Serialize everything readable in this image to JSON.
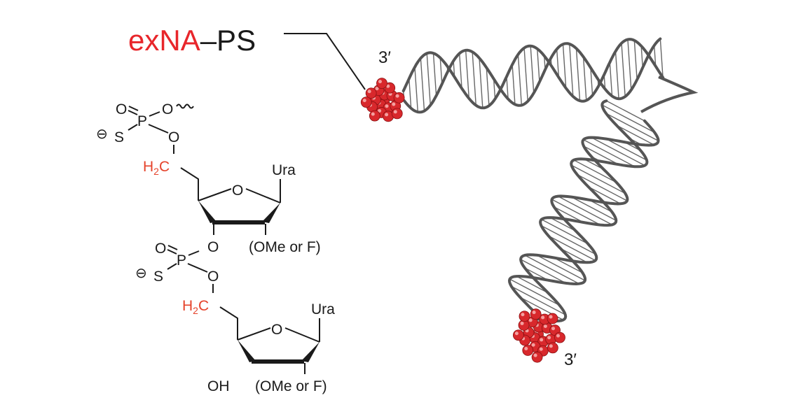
{
  "title": {
    "part_red": "exNA",
    "part_black": "–PS",
    "accent_color": "#e8262b"
  },
  "chem": {
    "o": "O",
    "p": "P",
    "s": "S",
    "minus": "⊖",
    "h": "H",
    "sub2": "2",
    "c": "C",
    "ura": "Ura",
    "sub_2prime": "(OMe or F)",
    "oh": "OH",
    "highlight_color": "#e5432b"
  },
  "structure": {
    "label_3prime_top": "3′",
    "label_3prime_bottom": "3′",
    "backbone_color": "#555555",
    "sphere_color": "#d8282c"
  }
}
